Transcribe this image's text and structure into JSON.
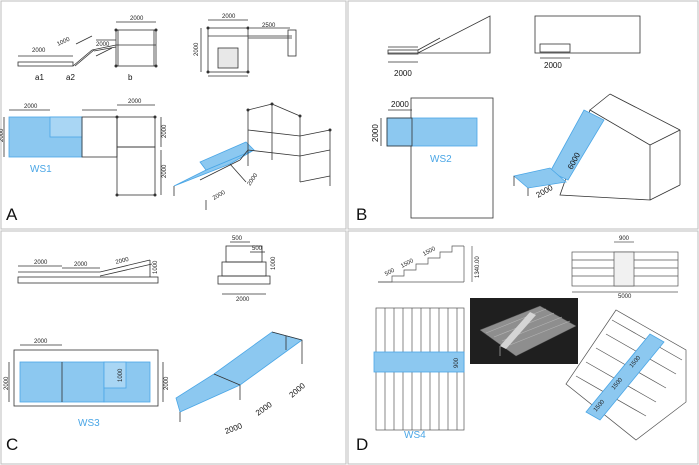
{
  "panels": {
    "a": {
      "letter": "A",
      "ws": "WS1",
      "dims": {
        "d2000_left": "2000",
        "d1000_ramp": "1000",
        "d2000_ramp": "2000",
        "d2000_top": "2000",
        "d2000_top_view": "2000",
        "d2500_top_view": "2500",
        "d2000_side_view": "2000",
        "d2000_plan_left": "2000",
        "d2000_plan_top": "2000",
        "d2000_plan_side": "2000",
        "d2000_plan_right": "2000",
        "d2000_plan_down": "2000",
        "d2000_iso_a": "2000",
        "d2000_iso_b": "2000"
      },
      "labels": {
        "a1": "a1",
        "a2": "a2",
        "b": "b"
      }
    },
    "b": {
      "letter": "B",
      "ws": "WS2",
      "dims": {
        "side": "2000",
        "end": "2000",
        "plan_top": "2000",
        "plan_side": "2000",
        "iso_w": "2000",
        "iso_len": "6000"
      }
    },
    "c": {
      "letter": "C",
      "ws": "WS3",
      "dims": {
        "side_a": "2000",
        "side_b": "2000",
        "side_c": "2000",
        "side_h": "1000",
        "end_top": "500",
        "end_mid": "500",
        "end_h": "1000",
        "end_w": "2000",
        "plan_top": "2000",
        "plan_side": "2000",
        "plan_mid": "1000",
        "plan_right": "2000",
        "iso_a": "2000",
        "iso_b": "2000",
        "iso_c": "2000"
      }
    },
    "d": {
      "letter": "D",
      "ws": "WS4",
      "dims": {
        "step_a": "500",
        "step_b": "1500",
        "step_c": "1500",
        "height": "1340.00",
        "end_top": "900",
        "end_w": "5000",
        "plan_h": "900",
        "iso_a": "1500",
        "iso_b": "1500",
        "iso_c": "1500"
      }
    }
  },
  "colors": {
    "blue": "#8cc8f0",
    "blue_dark": "#4aa6e6",
    "line": "#333333",
    "border": "#bdbdbd"
  }
}
